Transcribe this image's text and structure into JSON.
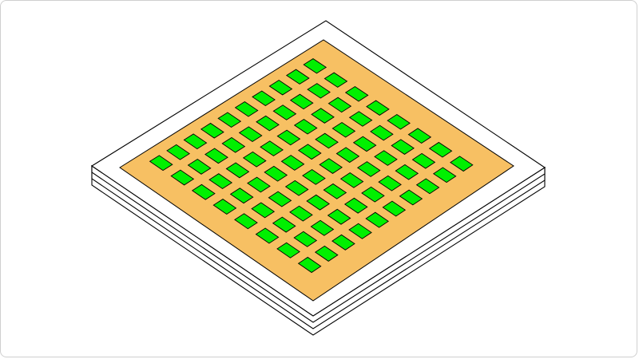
{
  "diagram": {
    "kind": "isometric-chip-module",
    "board_layers": 3,
    "board_color": "#ffffff",
    "outline_color": "#000000",
    "substrate_color": "#f7c063",
    "pad_color": "#00f000",
    "pad_rows": [
      8,
      8,
      8,
      8,
      8,
      8,
      8,
      8,
      8,
      8
    ]
  }
}
